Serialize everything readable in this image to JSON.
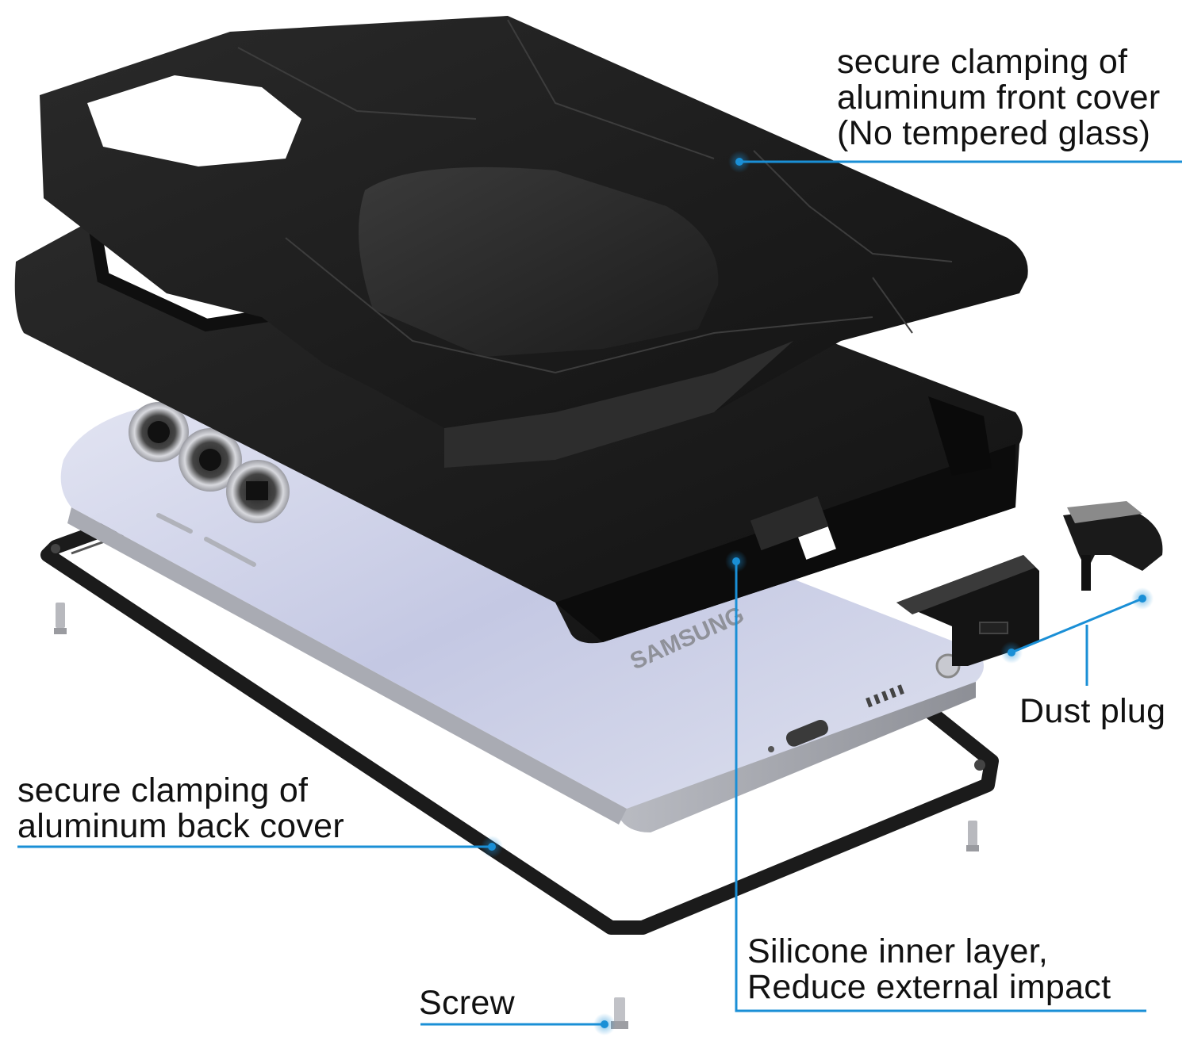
{
  "diagram": {
    "subject": "Exploded view of rugged aluminum phone case with silicone inner layer",
    "accent_color": "#1a8fd6",
    "case_color": "#151515",
    "phone_color": "#c9cde6",
    "callouts": [
      {
        "id": "front-cover",
        "lines": [
          "secure clamping of",
          "aluminum front cover",
          "(No tempered glass)"
        ]
      },
      {
        "id": "back-cover",
        "lines": [
          "secure clamping of",
          "aluminum back cover"
        ]
      },
      {
        "id": "dust-plug",
        "lines": [
          "Dust plug"
        ]
      },
      {
        "id": "silicone-layer",
        "lines": [
          "Silicone inner layer,",
          "Reduce external impact"
        ]
      },
      {
        "id": "screw",
        "lines": [
          "Screw"
        ]
      }
    ],
    "product_text": {
      "phone_brand": "SAMSUNG"
    }
  }
}
